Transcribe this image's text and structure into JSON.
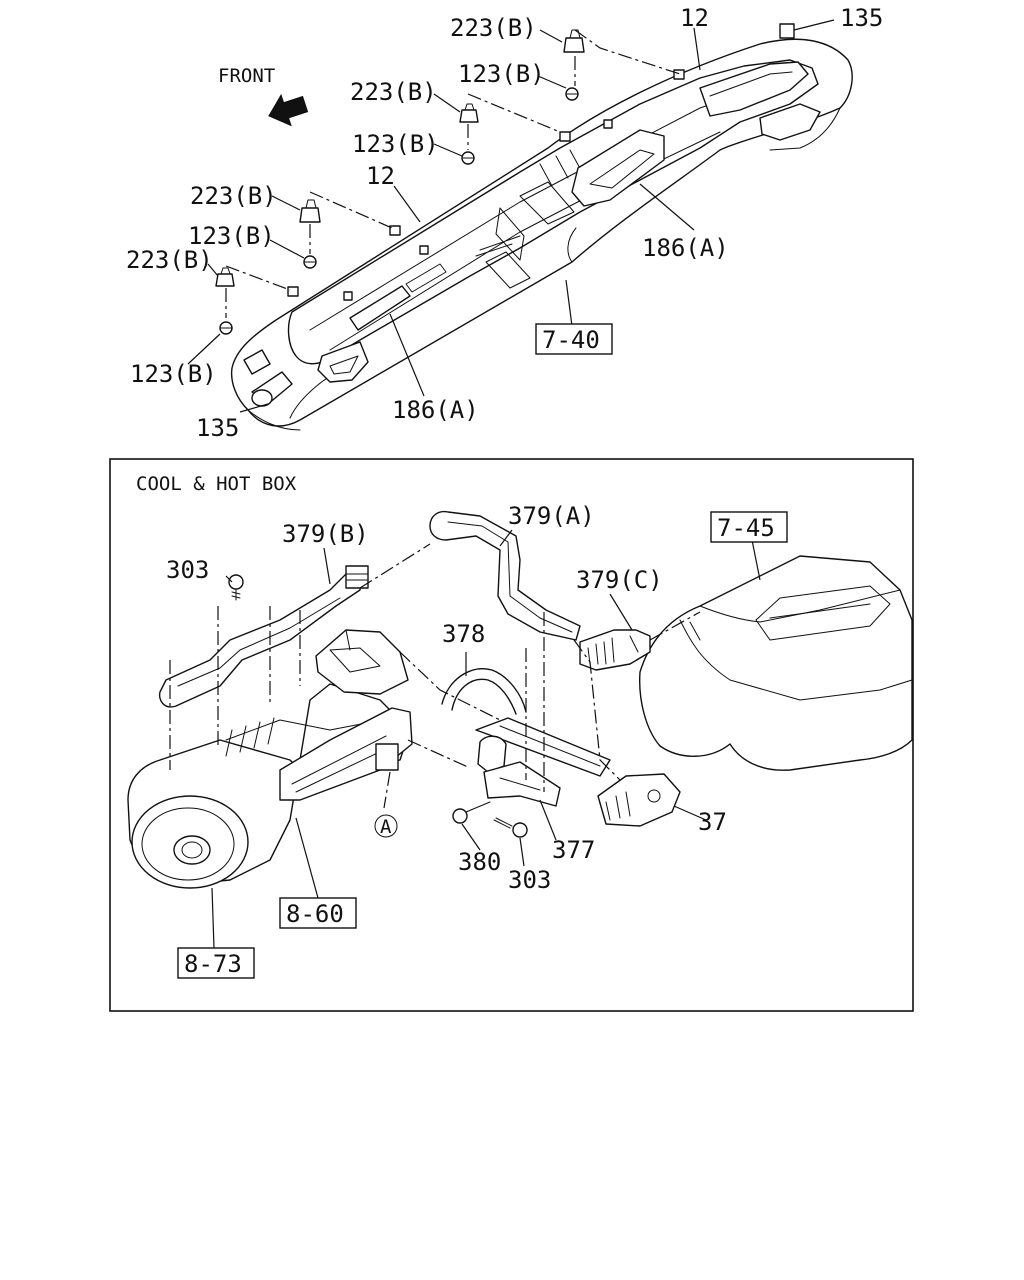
{
  "diagram": {
    "direction_label": "FRONT",
    "section_title": "COOL & HOT BOX",
    "top_callouts": {
      "c_223b_1": "223(B)",
      "c_223b_2": "223(B)",
      "c_223b_3": "223(B)",
      "c_223b_4": "223(B)",
      "c_123b_1": "123(B)",
      "c_123b_2": "123(B)",
      "c_123b_3": "123(B)",
      "c_123b_4": "123(B)",
      "c_12_1": "12",
      "c_12_2": "12",
      "c_135_1": "135",
      "c_135_2": "135",
      "c_186a_1": "186(A)",
      "c_186a_2": "186(A)"
    },
    "top_refs": {
      "r_7_40": "7-40"
    },
    "box_callouts": {
      "c_379b": "379(B)",
      "c_379a": "379(A)",
      "c_379c": "379(C)",
      "c_303_1": "303",
      "c_303_2": "303",
      "c_378": "378",
      "c_37": "37",
      "c_377": "377",
      "c_380": "380",
      "c_a": "A"
    },
    "box_refs": {
      "r_7_45": "7-45",
      "r_8_60": "8-60",
      "r_8_73": "8-73"
    }
  }
}
